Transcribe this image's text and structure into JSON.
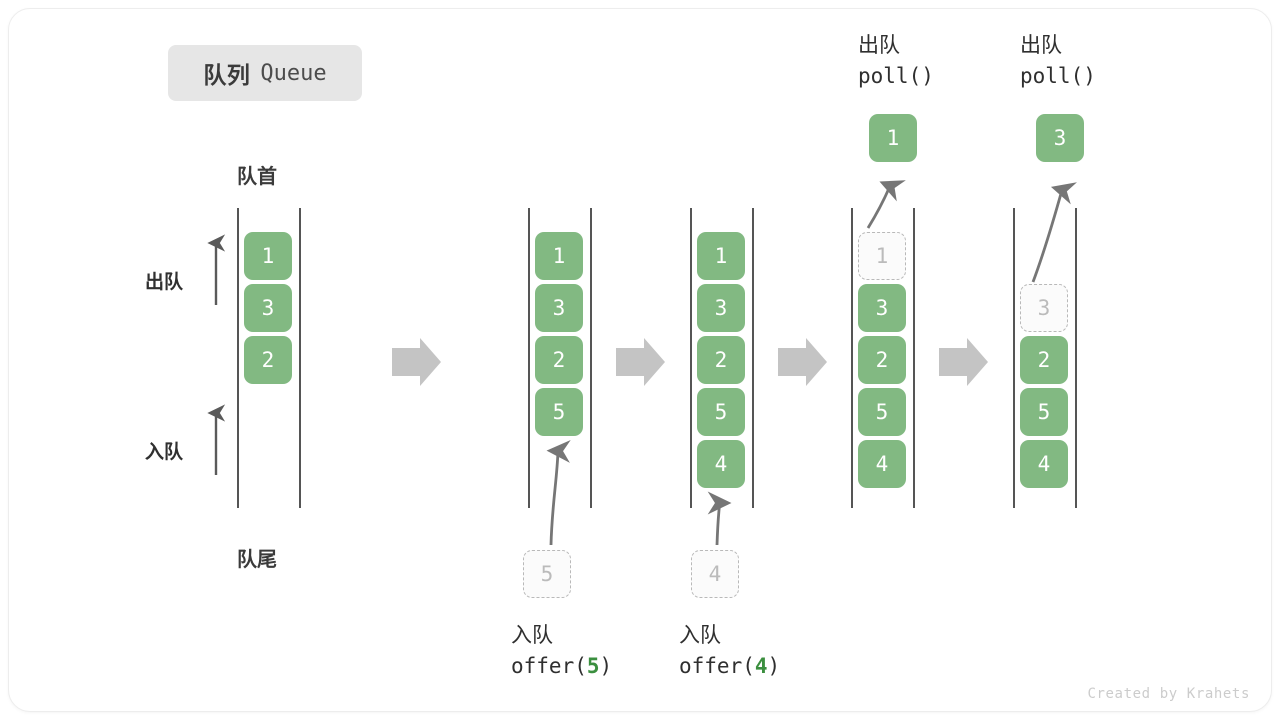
{
  "title": {
    "cn": "队列",
    "en": "Queue"
  },
  "labels": {
    "head": "队首",
    "tail": "队尾",
    "dequeue_side": "出队",
    "enqueue_side": "入队"
  },
  "watermark": "Created by Krahets",
  "colors": {
    "cell_fill": "#82b982",
    "cell_text": "#ffffff",
    "ghost_border": "#b9b9b9",
    "ghost_text": "#bbbbbb",
    "arrow_gray": "#c4c4c4",
    "line_gray": "#777777",
    "badge_bg": "#e6e6e6",
    "accent_green": "#3b8f3f"
  },
  "steps": [
    {
      "id": "initial",
      "cells": [
        {
          "value": "1",
          "state": "filled",
          "slot": 0
        },
        {
          "value": "3",
          "state": "filled",
          "slot": 1
        },
        {
          "value": "2",
          "state": "filled",
          "slot": 2
        }
      ],
      "popped": null,
      "pending": null,
      "op_cn": "",
      "op_code": "",
      "op_arg": ""
    },
    {
      "id": "after-offer-5",
      "cells": [
        {
          "value": "1",
          "state": "filled",
          "slot": 0
        },
        {
          "value": "3",
          "state": "filled",
          "slot": 1
        },
        {
          "value": "2",
          "state": "filled",
          "slot": 2
        },
        {
          "value": "5",
          "state": "filled",
          "slot": 3
        }
      ],
      "popped": null,
      "pending": "5",
      "op_cn": "入队",
      "op_code_prefix": "offer(",
      "op_arg": "5",
      "op_code_suffix": ")"
    },
    {
      "id": "after-offer-4",
      "cells": [
        {
          "value": "1",
          "state": "filled",
          "slot": 0
        },
        {
          "value": "3",
          "state": "filled",
          "slot": 1
        },
        {
          "value": "2",
          "state": "filled",
          "slot": 2
        },
        {
          "value": "5",
          "state": "filled",
          "slot": 3
        },
        {
          "value": "4",
          "state": "filled",
          "slot": 4
        }
      ],
      "popped": null,
      "pending": "4",
      "op_cn": "入队",
      "op_code_prefix": "offer(",
      "op_arg": "4",
      "op_code_suffix": ")"
    },
    {
      "id": "after-poll-1",
      "cells": [
        {
          "value": "1",
          "state": "ghost",
          "slot": 0
        },
        {
          "value": "3",
          "state": "filled",
          "slot": 1
        },
        {
          "value": "2",
          "state": "filled",
          "slot": 2
        },
        {
          "value": "5",
          "state": "filled",
          "slot": 3
        },
        {
          "value": "4",
          "state": "filled",
          "slot": 4
        }
      ],
      "popped": "1",
      "pending": null,
      "op_cn": "出队",
      "op_code_prefix": "poll(",
      "op_arg": "",
      "op_code_suffix": ")"
    },
    {
      "id": "after-poll-3",
      "cells": [
        {
          "value": "3",
          "state": "ghost",
          "slot": 1
        },
        {
          "value": "2",
          "state": "filled",
          "slot": 2
        },
        {
          "value": "5",
          "state": "filled",
          "slot": 3
        },
        {
          "value": "4",
          "state": "filled",
          "slot": 4
        }
      ],
      "popped": "3",
      "pending": null,
      "op_cn": "出队",
      "op_code_prefix": "poll(",
      "op_arg": "",
      "op_code_suffix": ")"
    }
  ]
}
